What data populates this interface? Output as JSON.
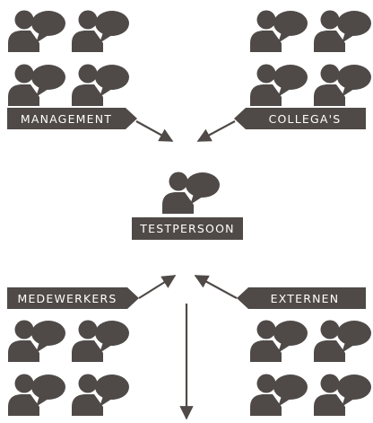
{
  "colors": {
    "primary": "#4f4a47",
    "background": "#ffffff",
    "label_text": "#ffffff"
  },
  "icon": "person-speech-bubble-icon",
  "center": {
    "label": "TESTPERSOON"
  },
  "groups": [
    {
      "key": "management",
      "label": "MANAGEMENT",
      "corner": "top-left"
    },
    {
      "key": "collegas",
      "label": "COLLEGA'S",
      "corner": "top-right"
    },
    {
      "key": "medewerkers",
      "label": "MEDEWERKERS",
      "corner": "bottom-left"
    },
    {
      "key": "externen",
      "label": "EXTERNEN",
      "corner": "bottom-right"
    }
  ]
}
